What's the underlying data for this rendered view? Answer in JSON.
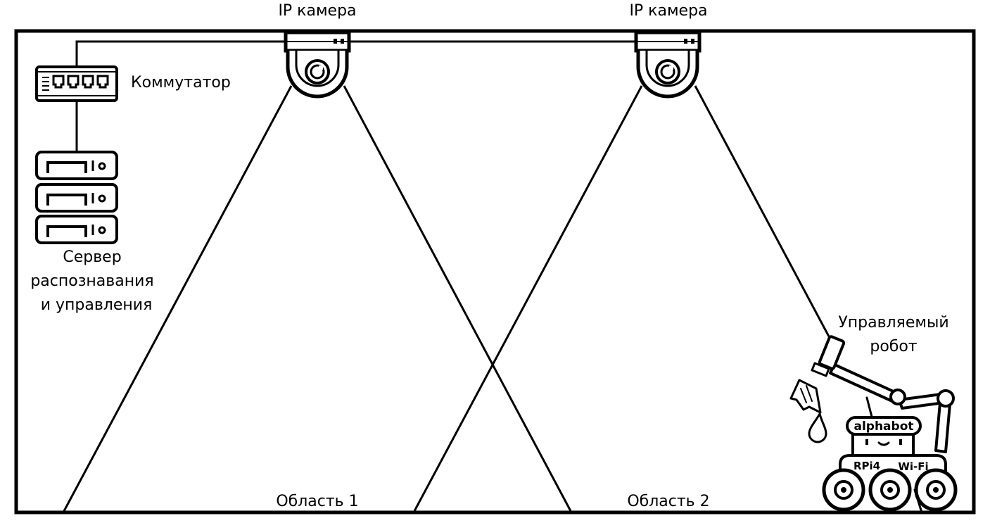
{
  "labels": {
    "camera_1": "IP камера",
    "camera_2": "IP камера",
    "switch": "Коммутатор",
    "server_line_1": "Сервер",
    "server_line_2": "распознавания",
    "server_line_3": "и управления",
    "robot_line_1": "Управляемый",
    "robot_line_2": "робот",
    "area_1": "Область 1",
    "area_2": "Область 2"
  },
  "robot": {
    "brand": "alphabot",
    "board": "RPi4",
    "wireless": "Wi-Fi"
  },
  "colors": {
    "stroke": "#000000",
    "background": "#ffffff"
  }
}
